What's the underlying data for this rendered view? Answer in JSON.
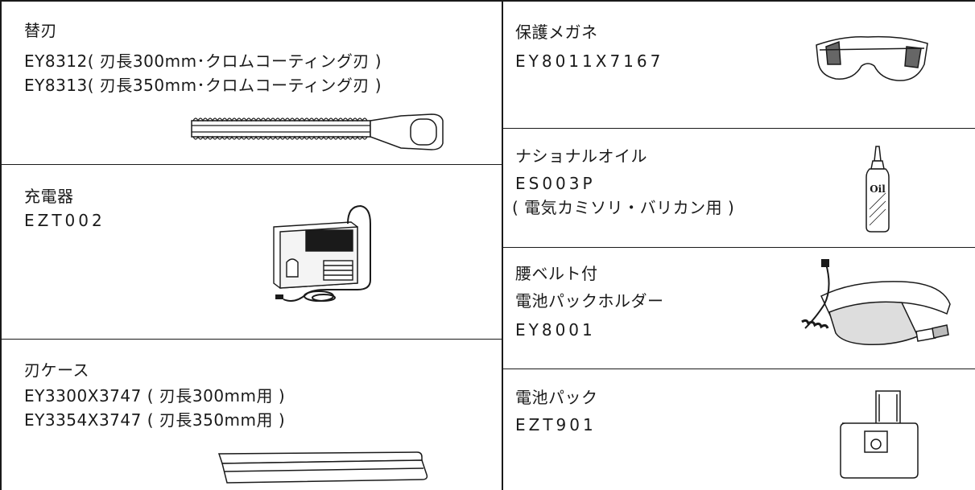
{
  "left_column": {
    "blade": {
      "title": "替刃",
      "lines": [
        "EY8312( 刃長300mm･クロムコーティング刃 )",
        "EY8313( 刃長350mm･クロムコーティング刃 )"
      ],
      "icon": "hedge-blade-icon"
    },
    "charger": {
      "title": "充電器",
      "code": "EZT002",
      "icon": "charger-icon"
    },
    "blade_case": {
      "title": "刃ケース",
      "lines": [
        "EY3300X3747 ( 刃長300mm用 )",
        "EY3354X3747 ( 刃長350mm用 )"
      ],
      "icon": "blade-case-icon"
    }
  },
  "right_column": {
    "goggles": {
      "title": "保護メガネ",
      "code": "EY8011X7167",
      "icon": "safety-glasses-icon"
    },
    "oil": {
      "title": "ナショナルオイル",
      "code": "ES003P",
      "note": "( 電気カミソリ・バリカン用 )",
      "bottle_label": "Oil",
      "icon": "oil-bottle-icon"
    },
    "belt_holder": {
      "title": "腰ベルト付",
      "subtitle": "電池パックホルダー",
      "code": "EY8001",
      "icon": "belt-holder-icon"
    },
    "battery": {
      "title": "電池パック",
      "code": "EZT901",
      "icon": "battery-pack-icon"
    }
  }
}
